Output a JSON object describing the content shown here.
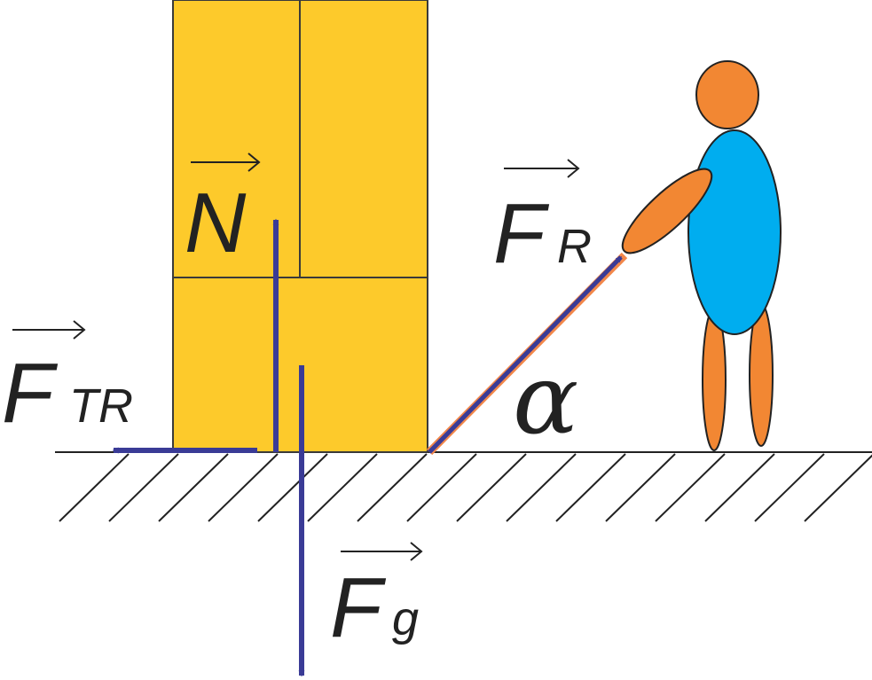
{
  "colors": {
    "box_fill": "#FDCA2B",
    "box_stroke": "#3A3A3A",
    "vector": "#3A3B96",
    "pull_highlight": "#F2874A",
    "person_head": "#F28733",
    "person_body": "#00ADEF",
    "person_limbs": "#F28733",
    "ground": "#222222",
    "text": "#222222"
  },
  "labels": {
    "normal": {
      "main": "N",
      "sub": ""
    },
    "pull": {
      "main": "F",
      "sub": "R"
    },
    "friction": {
      "main": "F",
      "sub": "TR"
    },
    "gravity": {
      "main": "F",
      "sub": "g"
    },
    "angle": "α"
  }
}
